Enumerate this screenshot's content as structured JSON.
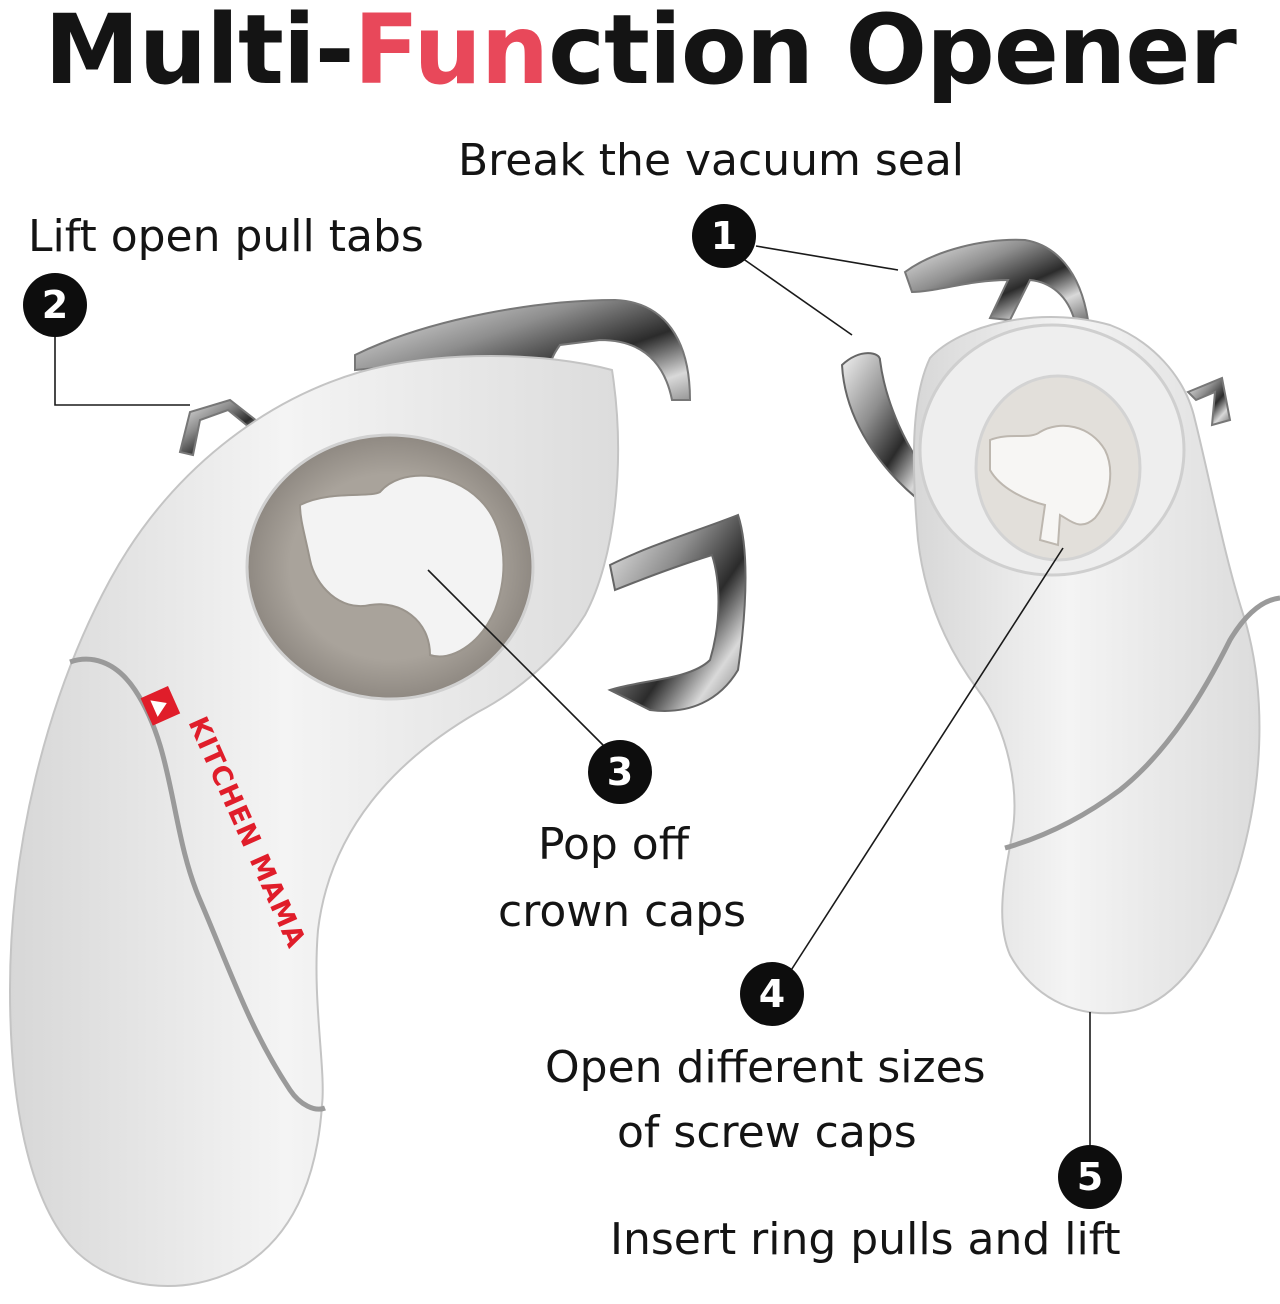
{
  "title": {
    "part1": "Multi-",
    "part2": "Fun",
    "part3": "ction Opener",
    "accent_color": "#e8485a"
  },
  "brand": {
    "name": "KITCHEN MAMA",
    "logo_icon": "kitchen-mama-logo-icon",
    "color": "#e01d2a"
  },
  "features": [
    {
      "number": "1",
      "text": "Break the vacuum seal"
    },
    {
      "number": "2",
      "text": "Lift open pull tabs"
    },
    {
      "number": "3",
      "line1": "Pop off",
      "line2": "crown caps"
    },
    {
      "number": "4",
      "line1": "Open different sizes",
      "line2": "of screw caps"
    },
    {
      "number": "5",
      "text": "Insert ring pulls and lift"
    }
  ]
}
